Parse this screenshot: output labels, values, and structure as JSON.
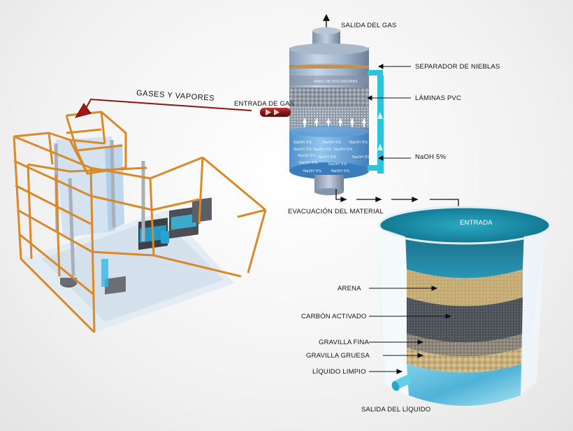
{
  "labels": {
    "salida_gas": "SALIDA DEL GAS",
    "separador": "SEPARADOR DE NIEBLAS",
    "laminas": "LÁMINAS PVC",
    "naoh": "NaOH 5%",
    "entrada_gas": "ENTRADA DE GAS",
    "gases_vapores": "GASES Y VAPORES",
    "evacuacion": "EVACUACIÓN DEL MATERIAL",
    "entrada": "ENTRADA",
    "arena": "ARENA",
    "carbon": "CARBÓN ACTIVADO",
    "gravilla_fina": "GRAVILLA FINA",
    "gravilla_gruesa": "GRAVILLA GRUESA",
    "liquido_limpio": "LÍQUIDO LIMPIO",
    "salida_liquido": "SALIDA DEL LÍQUIDO",
    "area_rociadores": "AREA DE ROCIADORES",
    "naoh_small": "NaOH 5%",
    "naoh_label": "NaOH 5%"
  },
  "colors": {
    "frame_orange": "#d9892a",
    "arrow_red": "#8b1414",
    "tank_blue": "#6fa8d6",
    "water_teal": "#1d8fa8",
    "sand": "#c9b07a",
    "carbon": "#4d5258",
    "pipe_cyan": "#2ec3d6"
  }
}
